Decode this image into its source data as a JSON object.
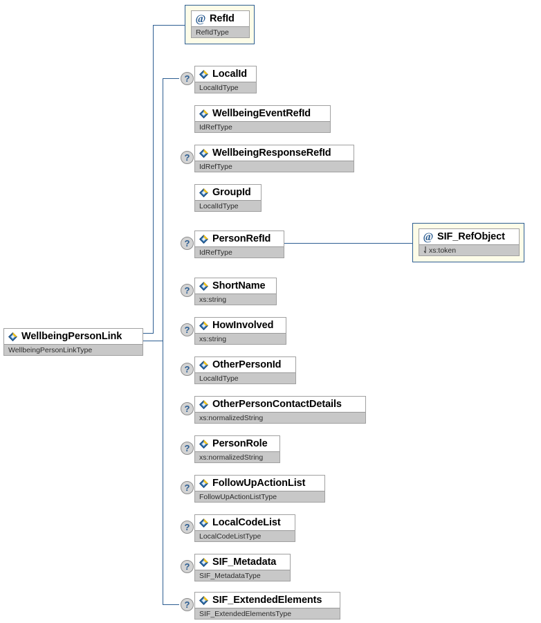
{
  "diagram": {
    "title": "WellbeingPersonLink",
    "root": {
      "name": "WellbeingPersonLink",
      "type": "WellbeingPersonLinkType",
      "icon": "element-icon",
      "optional": false
    },
    "attributes": [
      {
        "name": "RefId",
        "type": "RefIdType",
        "icon": "attribute-icon",
        "optional": false,
        "prefix": ""
      }
    ],
    "elements": [
      {
        "name": "LocalId",
        "type": "LocalIdType",
        "icon": "element-icon",
        "optional": true
      },
      {
        "name": "WellbeingEventRefId",
        "type": "IdRefType",
        "icon": "element-icon",
        "optional": false
      },
      {
        "name": "WellbeingResponseRefId",
        "type": "IdRefType",
        "icon": "element-icon",
        "optional": true
      },
      {
        "name": "GroupId",
        "type": "LocalIdType",
        "icon": "element-icon",
        "optional": false
      },
      {
        "name": "PersonRefId",
        "type": "IdRefType",
        "icon": "element-icon",
        "optional": true
      },
      {
        "name": "ShortName",
        "type": "xs:string",
        "icon": "element-icon",
        "optional": true
      },
      {
        "name": "HowInvolved",
        "type": "xs:string",
        "icon": "element-icon",
        "optional": true
      },
      {
        "name": "OtherPersonId",
        "type": "LocalIdType",
        "icon": "element-icon",
        "optional": true
      },
      {
        "name": "OtherPersonContactDetails",
        "type": "xs:normalizedString",
        "icon": "element-icon",
        "optional": true
      },
      {
        "name": "PersonRole",
        "type": "xs:normalizedString",
        "icon": "element-icon",
        "optional": true
      },
      {
        "name": "FollowUpActionList",
        "type": "FollowUpActionListType",
        "icon": "element-icon",
        "optional": true
      },
      {
        "name": "LocalCodeList",
        "type": "LocalCodeListType",
        "icon": "element-icon",
        "optional": true
      },
      {
        "name": "SIF_Metadata",
        "type": "SIF_MetadataType",
        "icon": "element-icon",
        "optional": true
      },
      {
        "name": "SIF_ExtendedElements",
        "type": "SIF_ExtendedElementsType",
        "icon": "element-icon",
        "optional": true
      }
    ],
    "sub_attributes": [
      {
        "parent": "PersonRefId",
        "name": "SIF_RefObject",
        "type": "xs:token",
        "icon": "attribute-icon",
        "optional": false,
        "prefix": "down-arrow-icon"
      }
    ],
    "legend": {
      "optional_marker": "?",
      "attribute_marker": "@"
    },
    "colors": {
      "connector": "#2c5d91",
      "node_border": "#a0a0a0",
      "type_band": "#c8c8c8",
      "attribute_frame_fill": "#fdfce8",
      "attribute_frame_border": "#2c5d91",
      "optional_marker_fill": "#d3d3d3",
      "icon_blue": "#2c5d91",
      "icon_gold": "#f5c215"
    }
  }
}
